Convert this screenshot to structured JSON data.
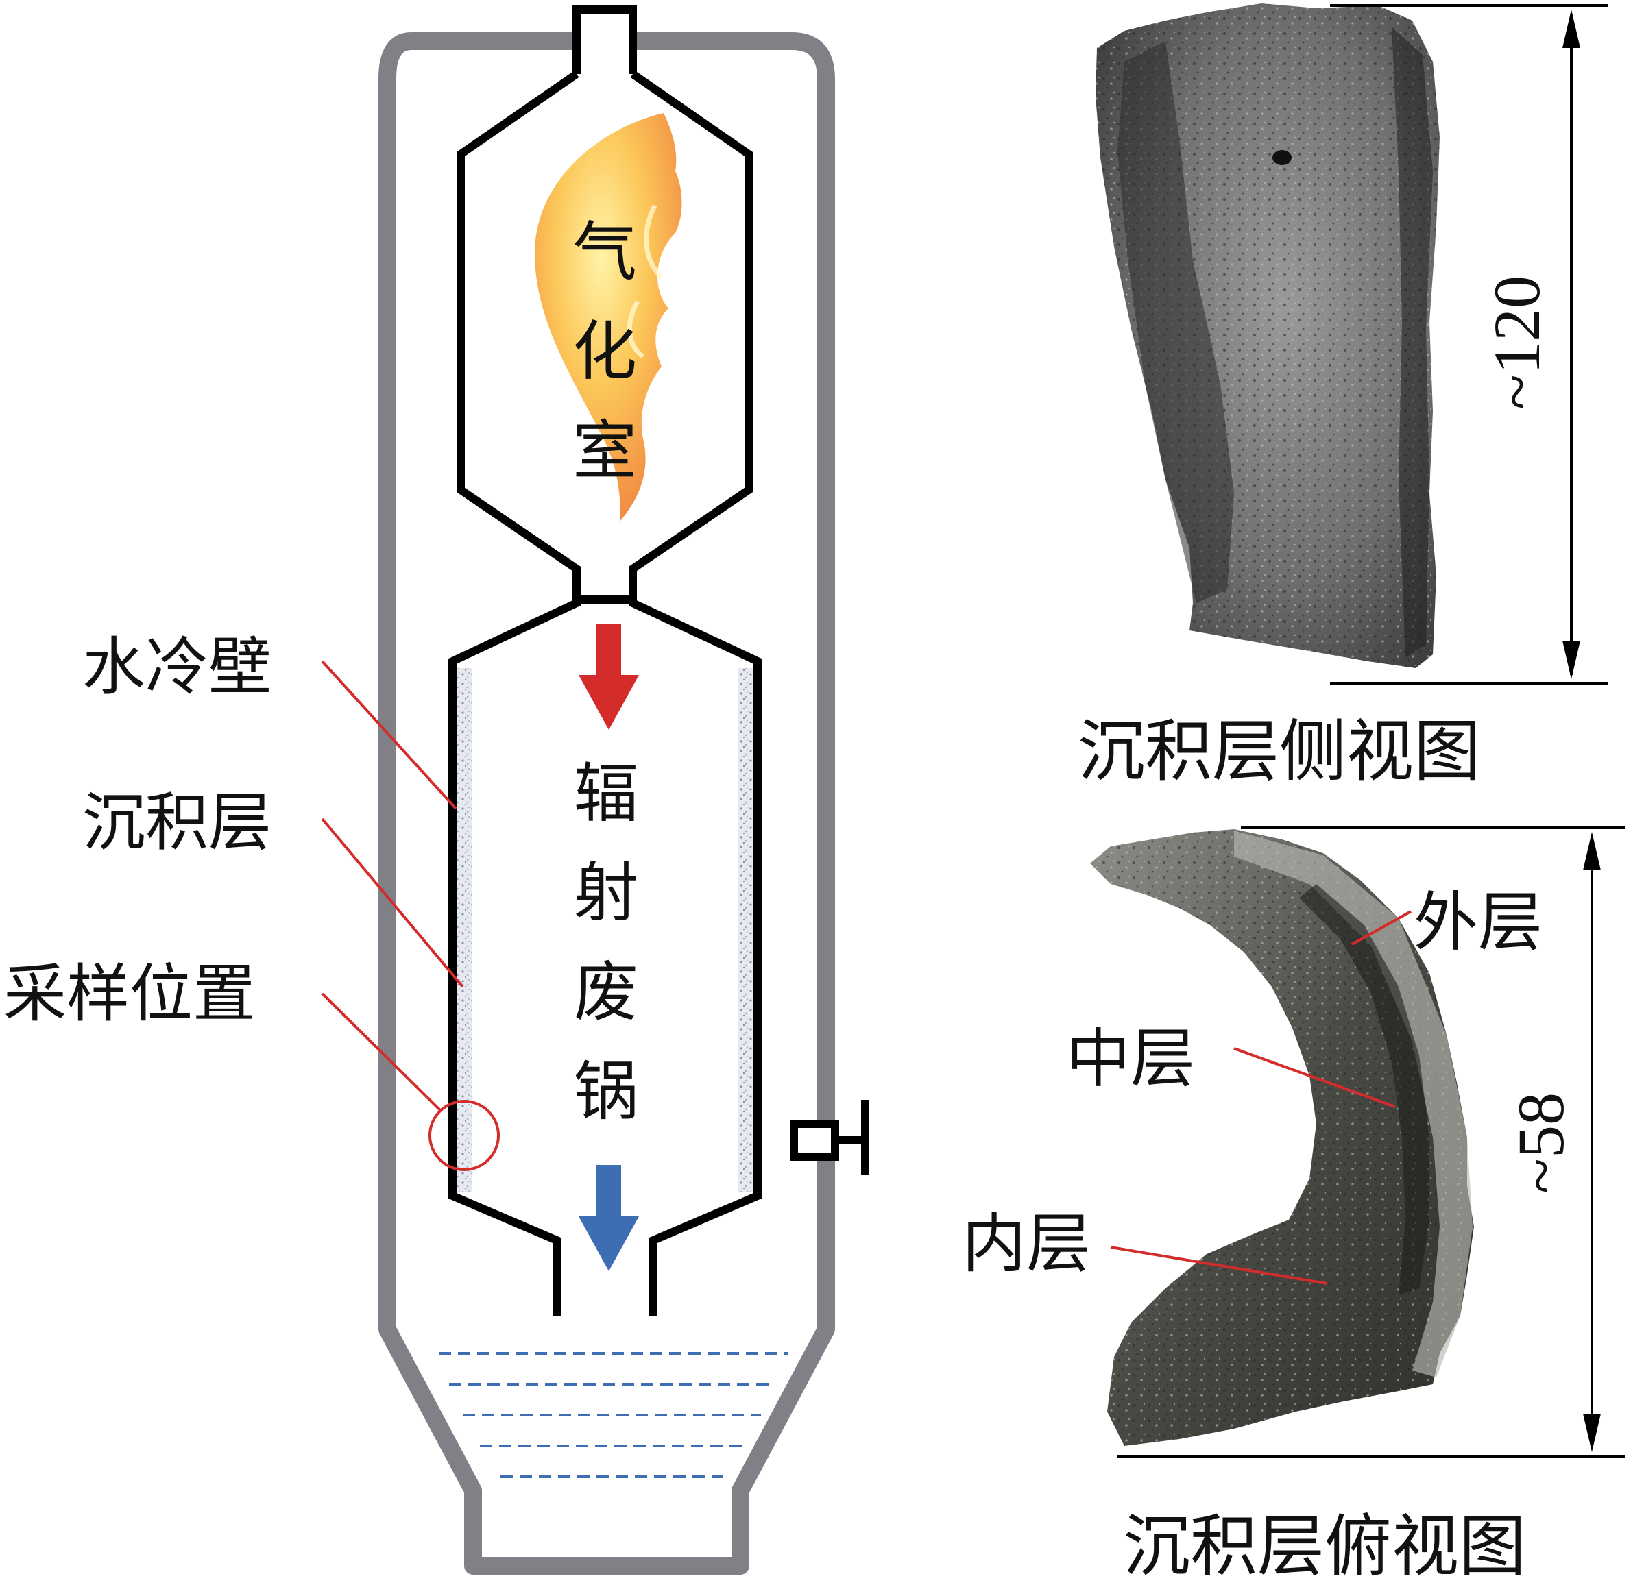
{
  "figure": {
    "gasifier_label": [
      "气",
      "化",
      "室"
    ],
    "boiler_label": [
      "辐",
      "射",
      "废",
      "锅"
    ],
    "callouts": {
      "water_wall": "水冷壁",
      "deposit_layer": "沉积层",
      "sampling_position": "采样位置"
    },
    "side_view": {
      "dimension": "~120",
      "caption": "沉积层侧视图"
    },
    "top_view": {
      "dimension": "~58",
      "caption": "沉积层俯视图",
      "layers": {
        "outer": "外层",
        "middle": "中层",
        "inner": "内层"
      }
    }
  },
  "colors": {
    "shell": "#808086",
    "outline": "#000000",
    "leader": "#d42b2b",
    "flow_hot": "#d42b2b",
    "flow_cool": "#3d6db3",
    "water": "#3d6db3",
    "flame_outer": "#f29a4a",
    "flame_inner": "#fde07a"
  }
}
